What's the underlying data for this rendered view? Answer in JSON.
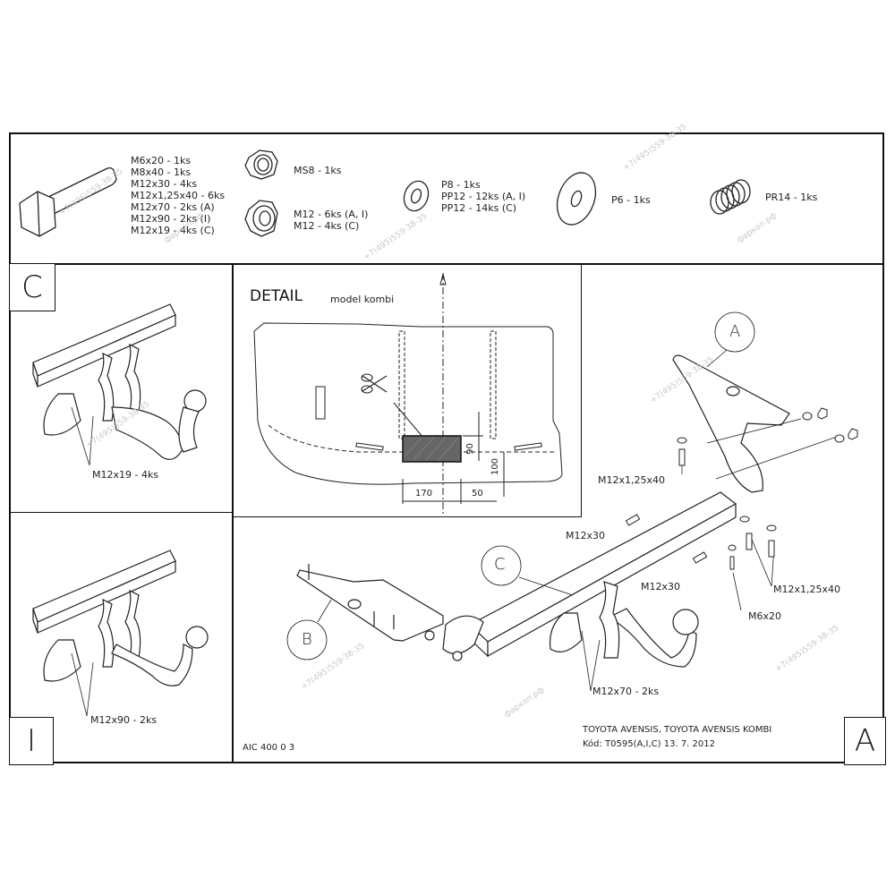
{
  "parts_list": {
    "bolt": {
      "icon": "bolt-icon",
      "lines": [
        "M6x20 - 1ks",
        "M8x40 - 1ks",
        "M12x30 - 4ks",
        "M12x1,25x40 - 6ks",
        "M12x70 - 2ks (A)",
        "M12x90 - 2ks (I)",
        "M12x19 - 4ks (C)"
      ]
    },
    "lock_nut": {
      "icon": "lock-nut-icon",
      "lines": [
        "MS8 - 1ks"
      ]
    },
    "nut": {
      "icon": "hex-nut-icon",
      "lines": [
        "M12 - 6ks (A, I)",
        "M12 - 4ks (C)"
      ]
    },
    "washer_small": {
      "icon": "washer-icon",
      "lines": [
        "P8 - 1ks",
        "PP12 - 12ks (A, I)",
        "PP12 - 14ks (C)"
      ]
    },
    "washer_large": {
      "icon": "large-washer-icon",
      "lines": [
        "P6 - 1ks"
      ]
    },
    "spring_washer": {
      "icon": "spring-washer-icon",
      "lines": [
        "PR14 - 1ks"
      ]
    }
  },
  "variant_c": {
    "letter": "C",
    "callout": "M12x19 - 4ks"
  },
  "variant_i": {
    "letter": "I",
    "callout": "M12x90 - 2ks"
  },
  "detail": {
    "title": "DETAIL",
    "subtitle": "model kombi",
    "dimensions": {
      "d90": "90",
      "d100": "100",
      "d170": "170",
      "d50": "50"
    }
  },
  "main_view": {
    "balloons": {
      "a": "A",
      "b": "B",
      "c": "C"
    },
    "callouts": {
      "m12x125x40_top": "M12x1,25x40",
      "m12x30_left": "M12x30",
      "m12x30_right": "M12x30",
      "m12x125x40_right": "M12x1,25x40",
      "m6x20": "M6x20",
      "m12x70": "M12x70 - 2ks"
    }
  },
  "title_block": {
    "drawing_number": "AIC 400 0 3",
    "vehicle": "TOYOTA AVENSIS, TOYOTA AVENSIS KOMBI",
    "code": "Kód: T0595(A,I,C)  13. 7. 2012",
    "variant_letter": "A"
  },
  "watermark": {
    "site": "фаркоп.рф",
    "phone": "+7(495)559-38-35"
  }
}
